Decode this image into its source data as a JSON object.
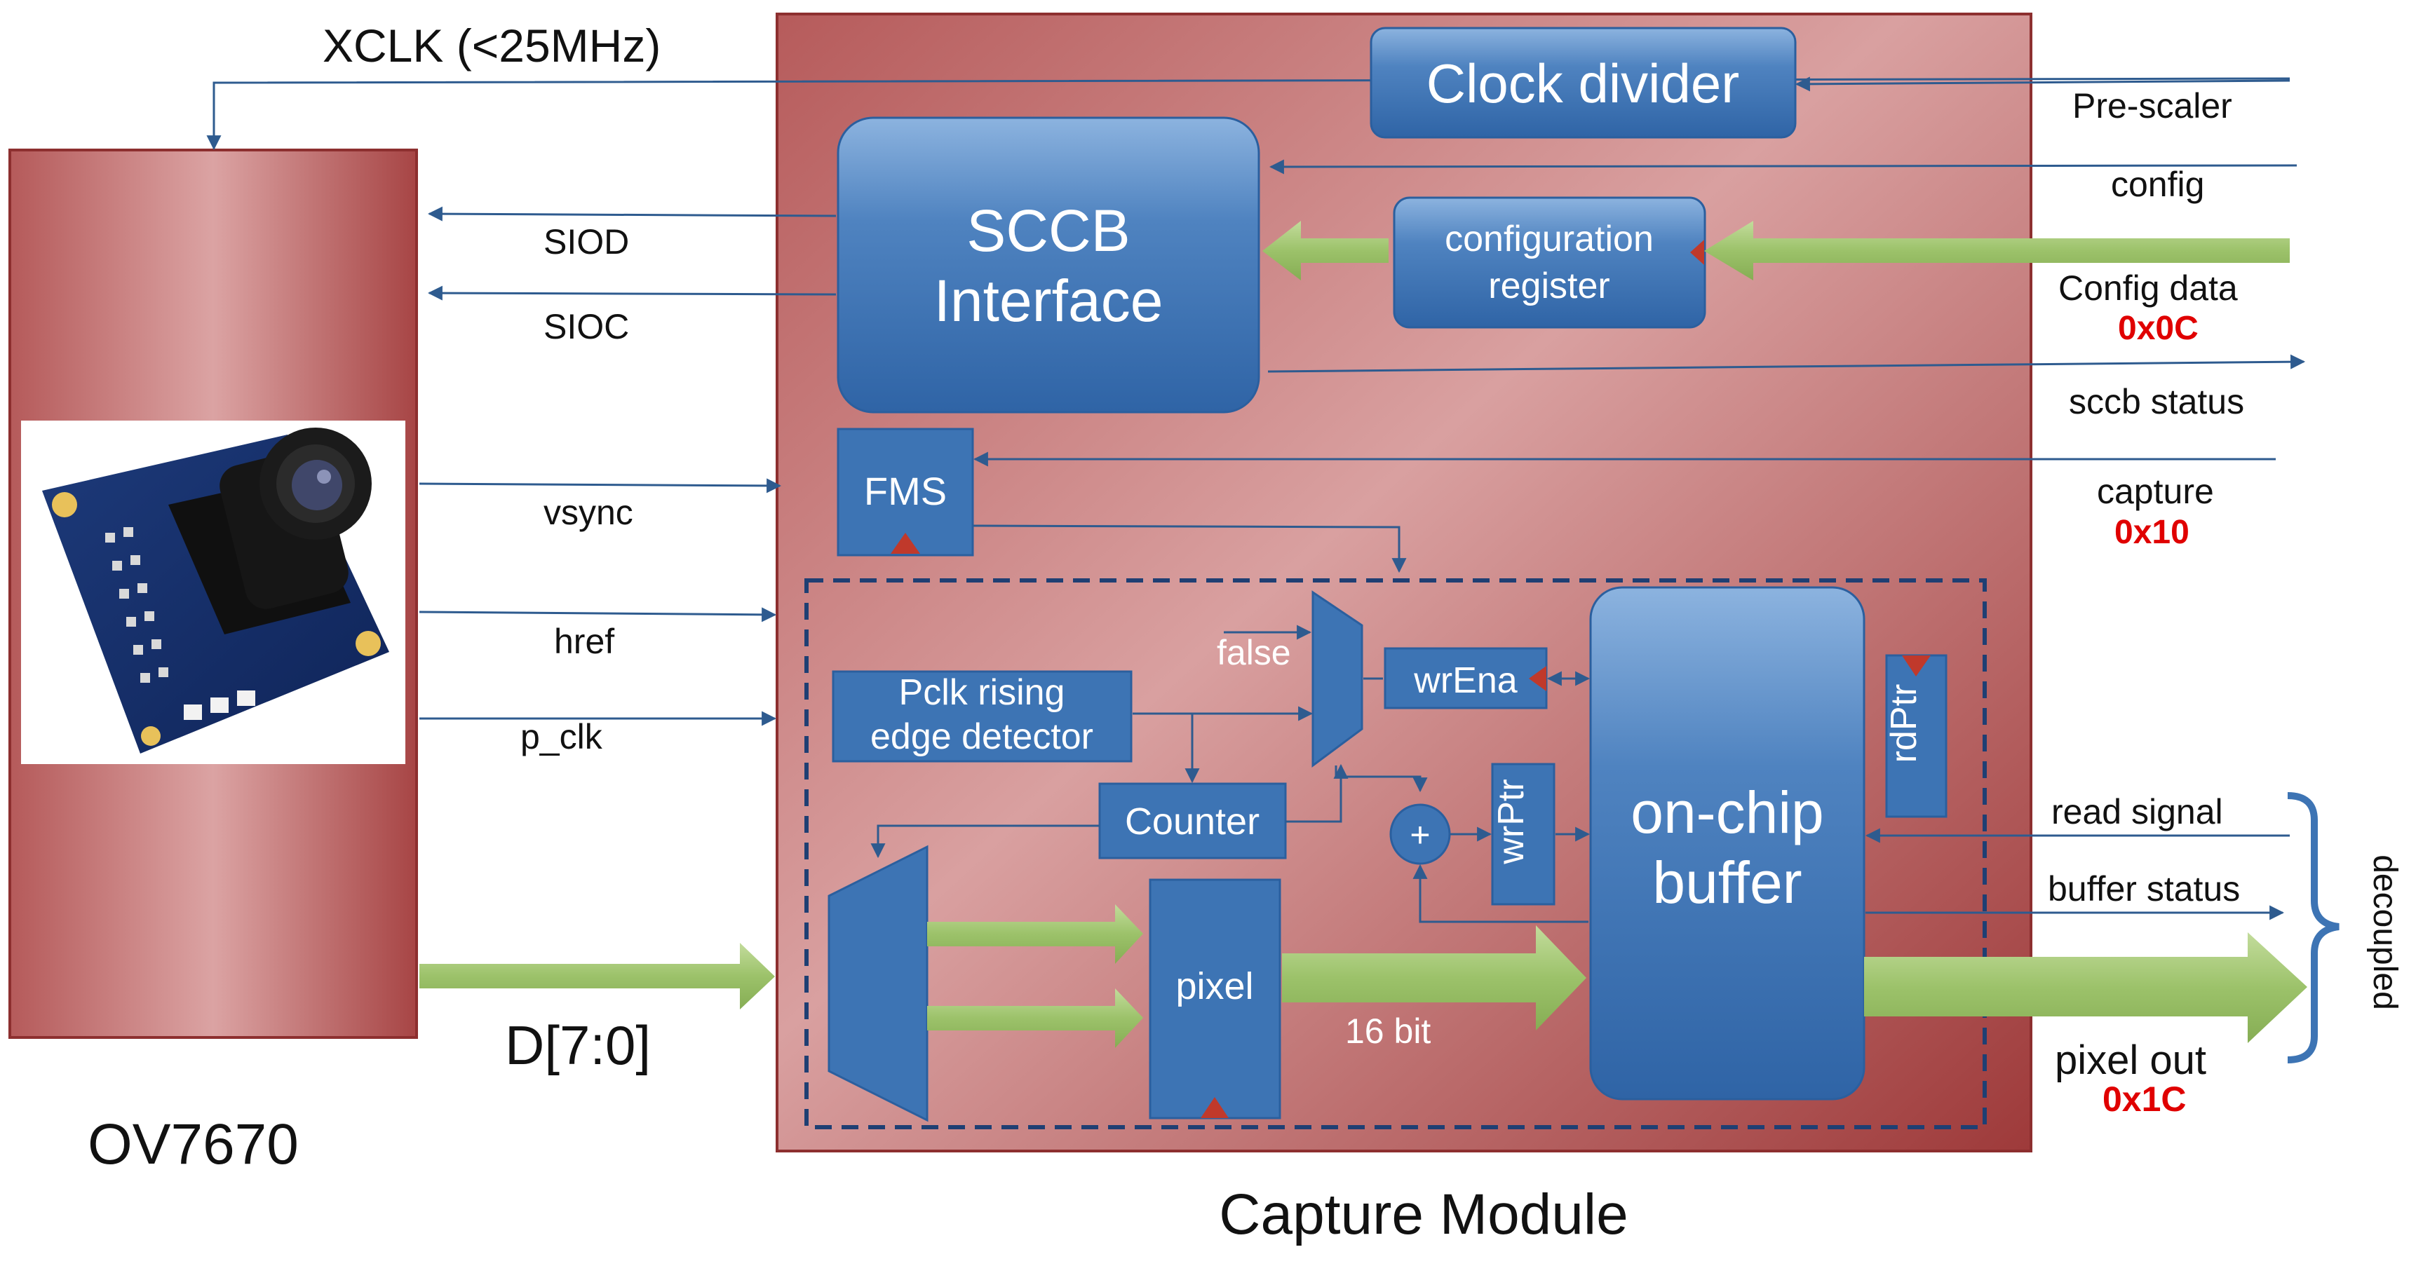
{
  "colors": {
    "panel": "#c97878",
    "block": "#3d74b4",
    "arrow_green": "#9cc26a",
    "line": "#2e5b8f",
    "hex_red": "#e00000"
  },
  "camera": {
    "name": "OV7670",
    "xclk": "XCLK (<25MHz)",
    "photo": "camera-module-photo"
  },
  "capture_module": {
    "title": "Capture Module"
  },
  "blocks": {
    "clock_divider": "Clock divider",
    "sccb_line1": "SCCB",
    "sccb_line2": "Interface",
    "config_reg_line1": "configuration",
    "config_reg_line2": "register",
    "fms": "FMS",
    "pclk_line1": "Pclk rising",
    "pclk_line2": "edge detector",
    "counter": "Counter",
    "pixel": "pixel",
    "wrena": "wrEna",
    "wrptr": "wrPtr",
    "rdptr": "rdPtr",
    "buffer_line1": "on-chip",
    "buffer_line2": "buffer",
    "false_label": "false",
    "plus": "+",
    "bit16": "16 bit"
  },
  "left_signals": {
    "siod": "SIOD",
    "sioc": "SIOC",
    "vsync": "vsync",
    "href": "href",
    "pclk": "p_clk",
    "data": "D[7:0]"
  },
  "right_signals": {
    "prescaler": "Pre-scaler",
    "config": "config",
    "config_data": "Config data",
    "config_data_addr": "0x0C",
    "sccb_status": "sccb status",
    "capture": "capture",
    "capture_addr": "0x10",
    "read_signal": "read signal",
    "buffer_status": "buffer status",
    "pixel_out": "pixel out",
    "pixel_out_addr": "0x1C",
    "decoupled": "decoupled"
  }
}
